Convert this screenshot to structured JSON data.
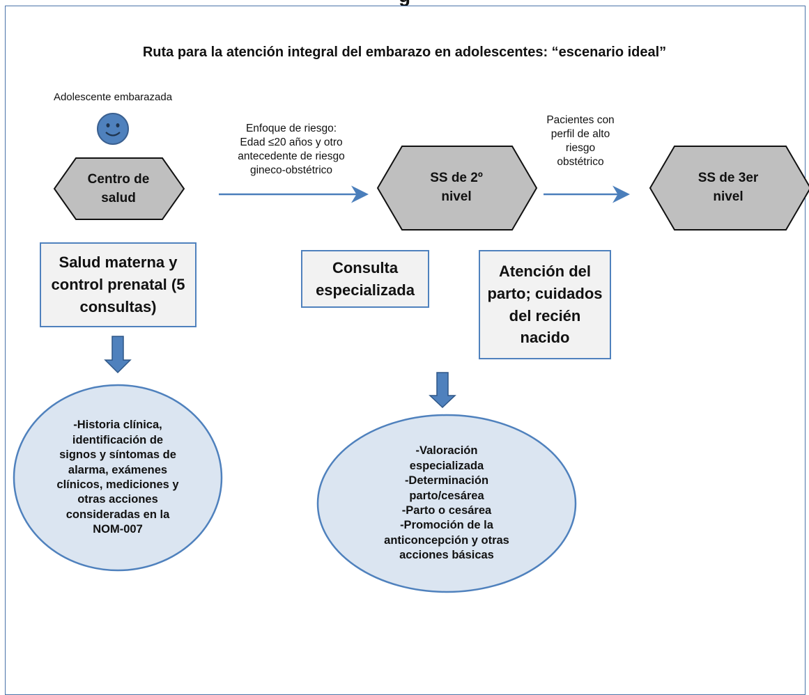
{
  "heading_fragment": "g",
  "title": "Ruta para la atención integral del embarazo en adolescentes: “escenario ideal”",
  "patient_label": "Adolescente embarazada",
  "hexagons": {
    "centro": [
      "Centro de",
      "salud"
    ],
    "ss2": [
      "SS de 2º",
      "nivel"
    ],
    "ss3": [
      "SS de 3er",
      "nivel"
    ]
  },
  "arrow_labels": {
    "risk": [
      "Enfoque de riesgo:",
      "Edad ≤20 años y otro",
      "antecedente de riesgo",
      "gineco-obstétrico"
    ],
    "high_risk": [
      "Pacientes con",
      "perfil de alto",
      "riesgo",
      "obstétrico"
    ]
  },
  "boxes": {
    "salud_materna": [
      "Salud materna y",
      "control prenatal (5",
      "consultas)"
    ],
    "consulta": [
      "Consulta",
      "especializada"
    ],
    "atencion_parto": [
      "Atención del",
      "parto; cuidados",
      "del recién",
      "nacido"
    ]
  },
  "ovals": {
    "left": [
      "-Historia clínica,",
      "identificación de",
      "signos y síntomas de",
      "alarma, exámenes",
      "clínicos, mediciones y",
      "otras acciones",
      "consideradas en la",
      "NOM-007"
    ],
    "center": [
      "-Valoración",
      "especializada",
      "-Determinación",
      "parto/cesárea",
      "-Parto o cesárea",
      "-Promoción de la",
      "anticoncepción y otras",
      "acciones básicas"
    ]
  },
  "colors": {
    "border_blue": "#4f81bd",
    "hex_fill": "#bfbfbf",
    "hex_stroke": "#111111",
    "box_fill": "#f2f2f2",
    "oval_fill": "#dbe5f1",
    "arrow_blue": "#4a7ebb",
    "smiley_fill": "#4f81bd"
  }
}
